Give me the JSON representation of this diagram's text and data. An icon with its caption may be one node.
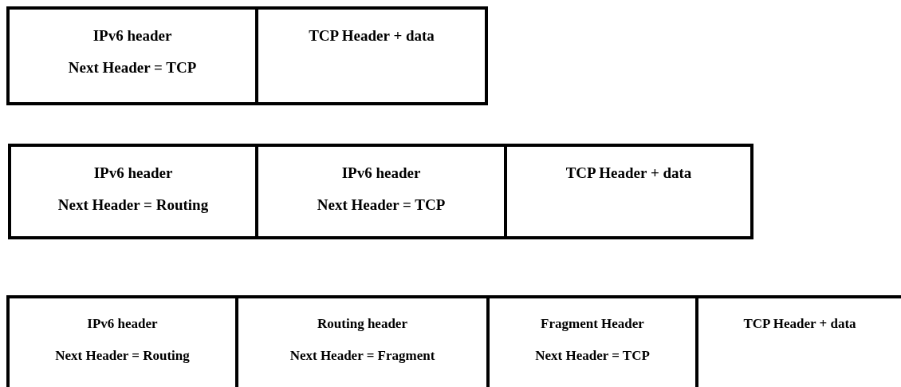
{
  "diagram": {
    "nodes": [
      {
        "text": [
          "IPv6 header",
          "Next Header = TCP"
        ]
      },
      {
        "text": [
          "TCP Header + data"
        ]
      },
      {
        "text": [
          "IPv6 header",
          "Next Header = Routing"
        ]
      },
      {
        "text": [
          "IPv6 header",
          "Next Header = TCP"
        ]
      },
      {
        "text": [
          "TCP Header + data"
        ]
      },
      {
        "text": [
          "IPv6 header",
          "Next Header = Routing"
        ]
      },
      {
        "text": [
          "Routing header",
          "Next Header = Fragment"
        ]
      },
      {
        "text": [
          "Fragment Header",
          "Next Header = TCP"
        ]
      },
      {
        "text": [
          "TCP Header + data"
        ]
      }
    ]
  }
}
